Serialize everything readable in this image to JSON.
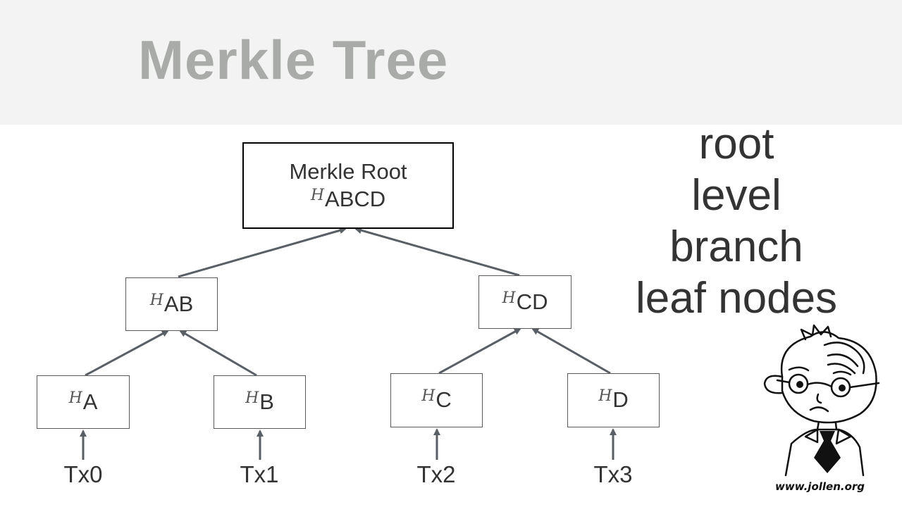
{
  "title": "Merkle Tree",
  "tree": {
    "root": {
      "label": "Merkle Root",
      "hash_symbol": "H",
      "hash_suffix": "ABCD"
    },
    "level1": [
      {
        "hash_symbol": "H",
        "hash_suffix": "AB"
      },
      {
        "hash_symbol": "H",
        "hash_suffix": "CD"
      }
    ],
    "leaves": [
      {
        "hash_symbol": "H",
        "hash_suffix": "A"
      },
      {
        "hash_symbol": "H",
        "hash_suffix": "B"
      },
      {
        "hash_symbol": "H",
        "hash_suffix": "C"
      },
      {
        "hash_symbol": "H",
        "hash_suffix": "D"
      }
    ],
    "transactions": [
      "Tx0",
      "Tx1",
      "Tx2",
      "Tx3"
    ]
  },
  "terms": [
    "root",
    "level",
    "branch",
    "leaf nodes"
  ],
  "mascot": {
    "icon": "cartoon-boy-with-glasses-icon",
    "site_label": "www.jollen.org"
  },
  "colors": {
    "header_bg": "#f3f3f3",
    "title": "#a9aba9",
    "text": "#333333",
    "edge": "#595f66"
  }
}
